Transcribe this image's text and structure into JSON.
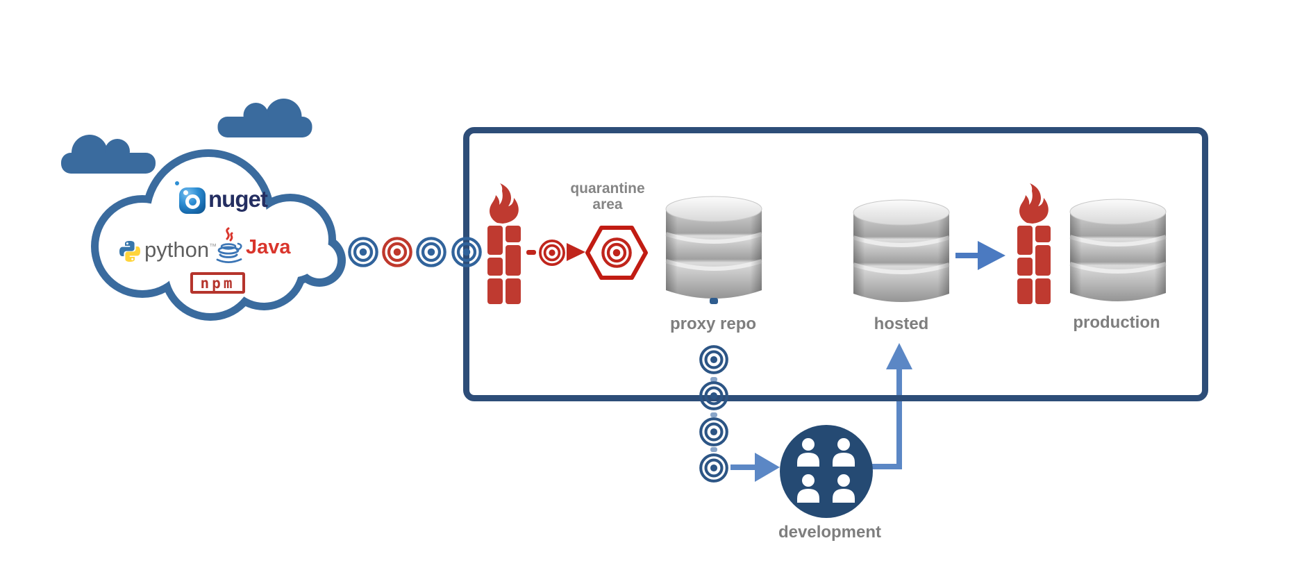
{
  "diagram": {
    "title_hint": "package firewall flow diagram",
    "cloud": {
      "nuget_label": "nuget",
      "python_label": "python",
      "python_tm": "™",
      "java_label": "Java",
      "npm_label": "npm"
    },
    "zone": {
      "quarantine_line1": "quarantine",
      "quarantine_line2": "area",
      "proxy_repo_label": "proxy repo",
      "hosted_label": "hosted",
      "production_label": "production",
      "development_label": "development"
    },
    "colors": {
      "cloud_blue": "#3a6b9e",
      "zone_border": "#2d4d78",
      "package_blue": "#31639b",
      "package_navy": "#2c5585",
      "package_red": "#bf382c",
      "firewall_red": "#bf3a30",
      "quarantine_red": "#c11c13",
      "arrow_blue": "#5b87c5",
      "arrow_blue2": "#4b7ac1",
      "dev_circle_navy": "#254a73",
      "label_grey": "#7e7e7e"
    }
  }
}
